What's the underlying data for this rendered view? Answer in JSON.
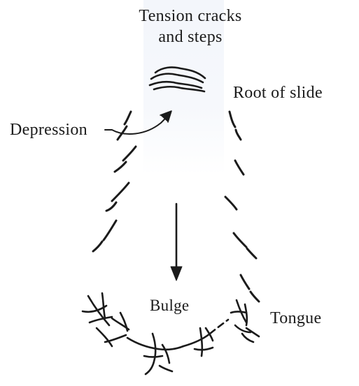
{
  "diagram": {
    "labels": {
      "tension_line1": "Tension cracks",
      "tension_line2": "and steps",
      "root": "Root of slide",
      "depression": "Depression",
      "bulge": "Bulge",
      "tongue": "Tongue"
    },
    "colors": {
      "ink": "#1b1b1b",
      "wash": "#f3f6fb"
    }
  }
}
